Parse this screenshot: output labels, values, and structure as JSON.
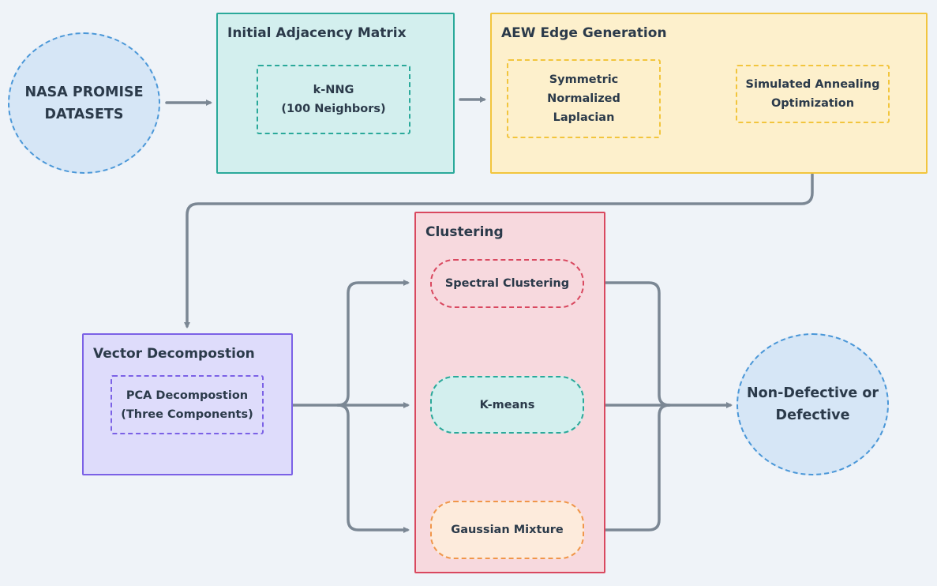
{
  "source": {
    "label": "NASA PROMISE\nDATASETS"
  },
  "adjacency": {
    "title": "Initial Adjacency Matrix",
    "knng": "k-NNG\n(100 Neighbors)"
  },
  "aew": {
    "title": "AEW Edge Generation",
    "laplacian": "Symmetric\nNormalized\nLaplacian",
    "annealing": "Simulated Annealing\nOptimization"
  },
  "vector": {
    "title": "Vector Decompostion",
    "pca": "PCA Decompostion\n(Three Components)"
  },
  "clustering": {
    "title": "Clustering",
    "methods": [
      "Spectral Clustering",
      "K-means",
      "Gaussian Mixture"
    ]
  },
  "output": {
    "label": "Non-Defective or\nDefective"
  },
  "colors": {
    "connector": "#7b8794",
    "teal_fill": "#d3efee",
    "teal_border": "#2aa99a",
    "yellow_fill": "#fdf0cc",
    "yellow_border": "#f2c53d",
    "purple_fill": "#dedcfb",
    "purple_border": "#7b61e6",
    "pink_fill": "#f7d9de",
    "pink_border": "#d9485f",
    "blue_fill": "#d6e6f6",
    "blue_border": "#4a97d8",
    "orange_fill": "#fdebdc",
    "orange_border": "#f0964a"
  }
}
